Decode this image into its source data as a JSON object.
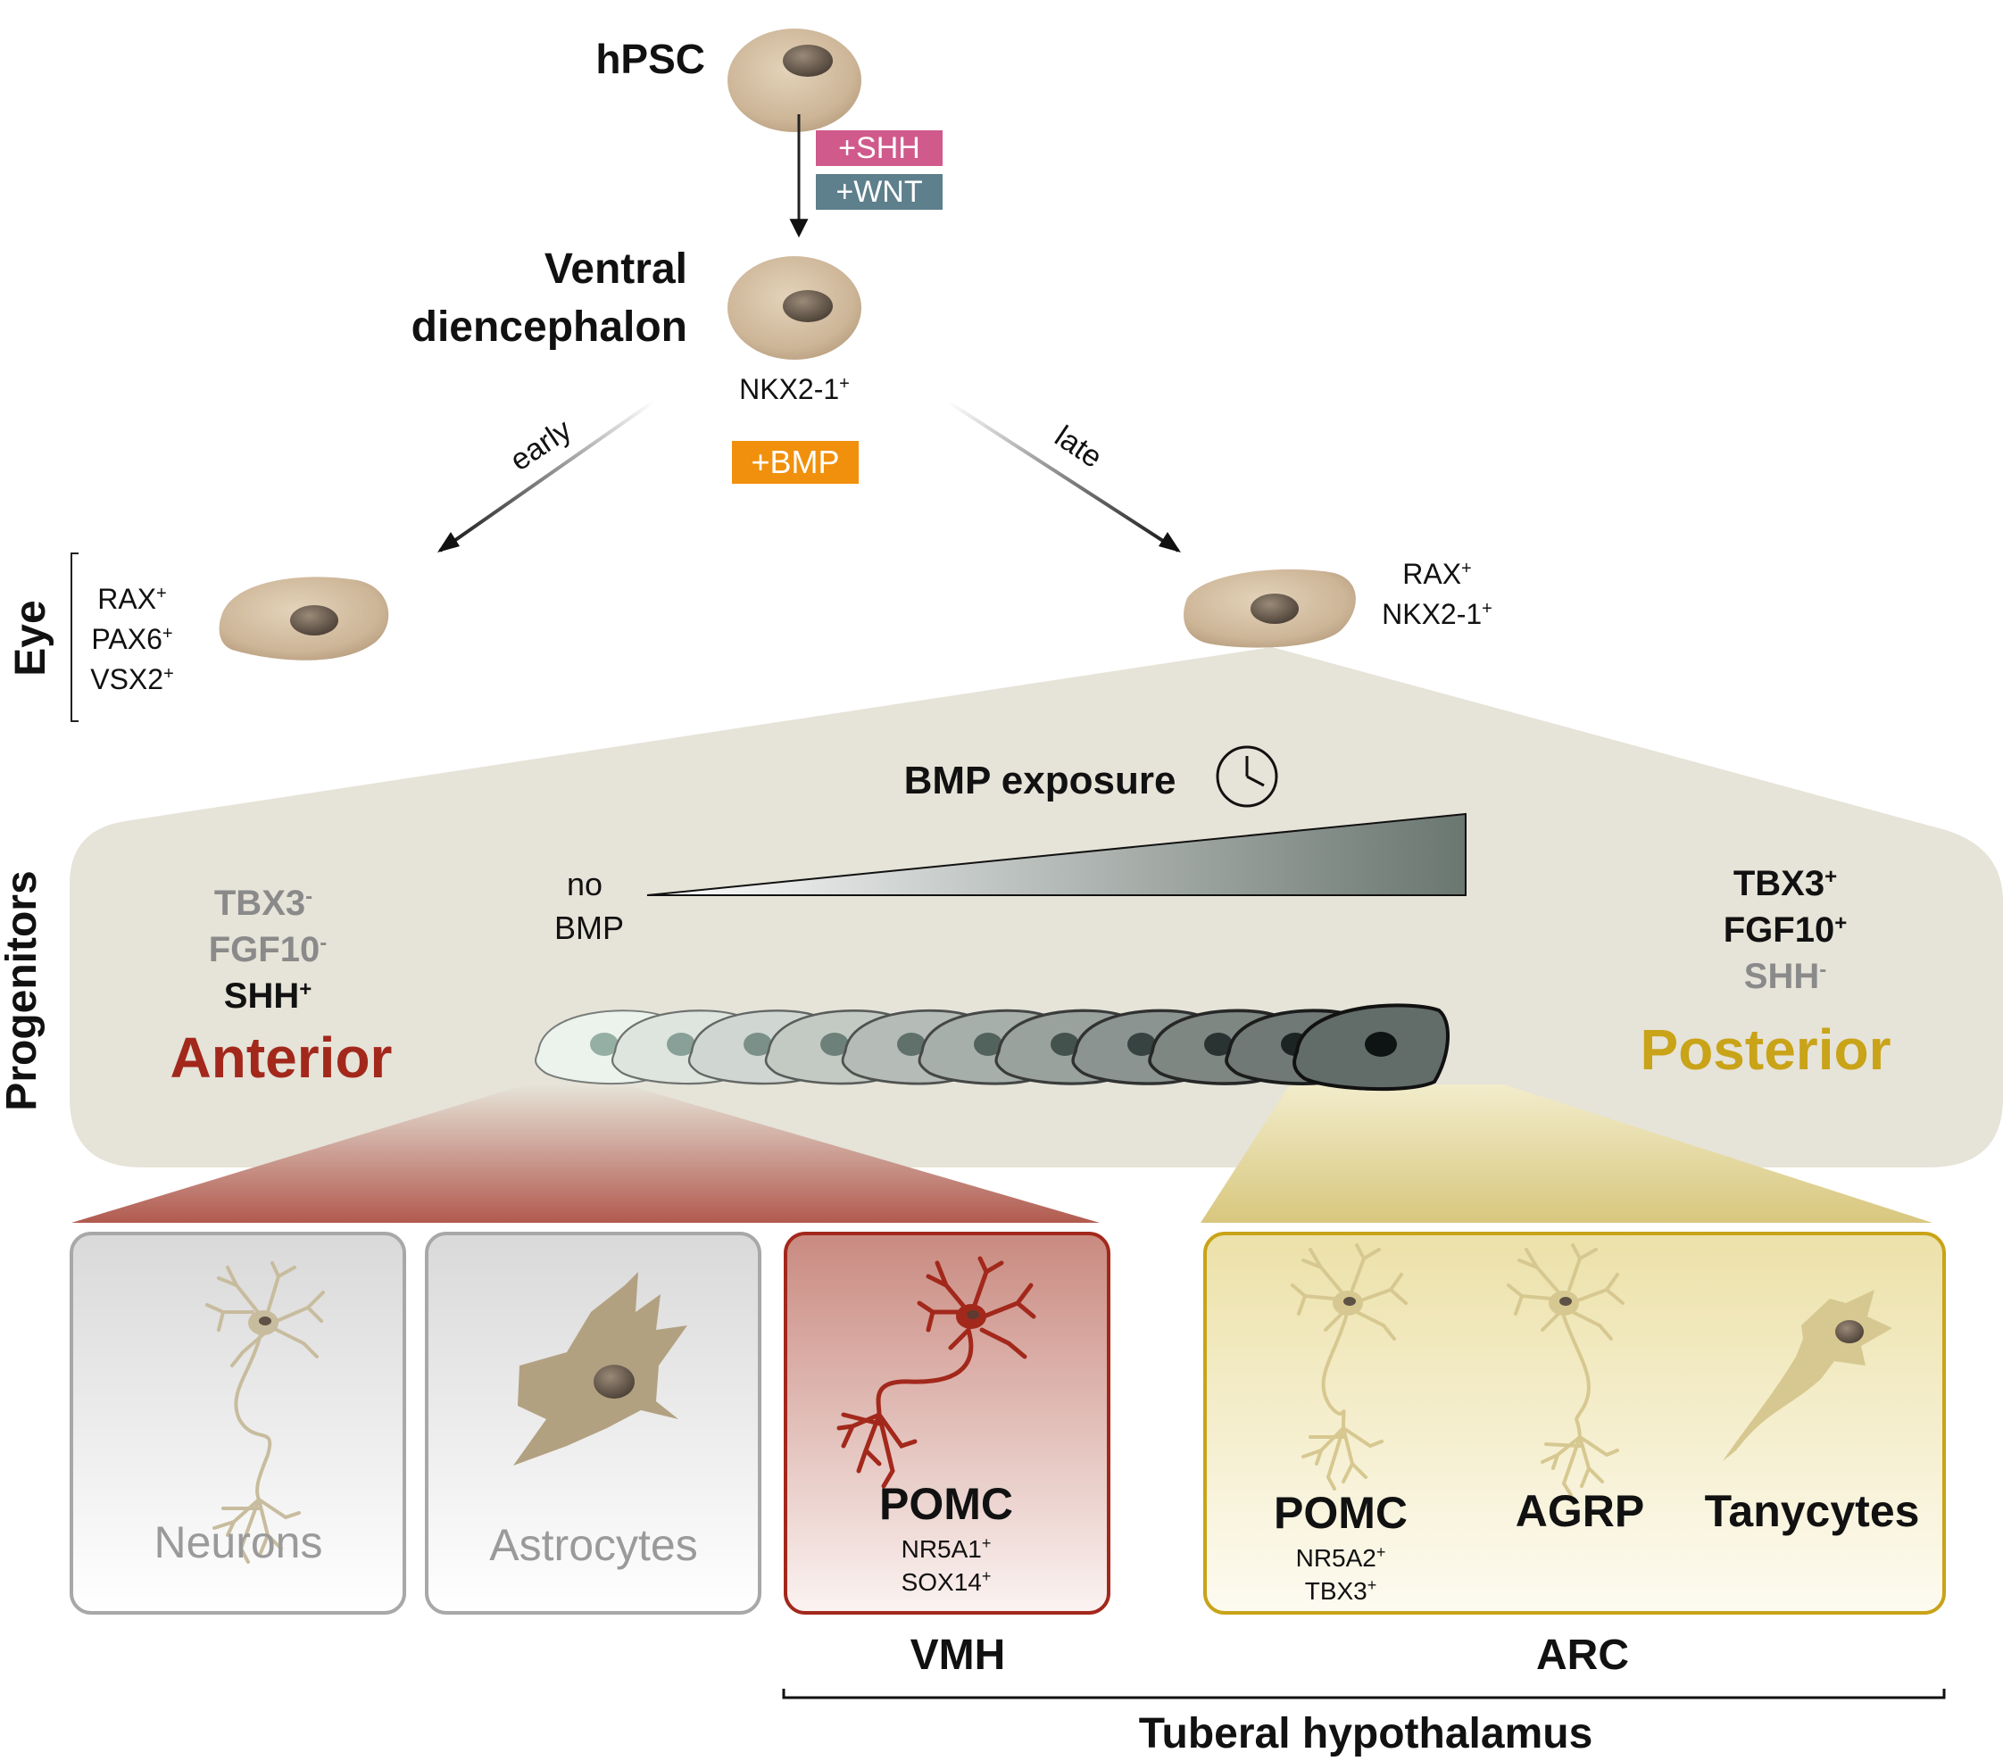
{
  "top": {
    "hpsc_label": "hPSC",
    "shh_label": "+SHH",
    "wnt_label": "+WNT",
    "ventral_line1": "Ventral",
    "ventral_line2": "diencephalon",
    "nkx_label": "NKX2-1",
    "bmp_label": "+BMP",
    "early_label": "early",
    "late_label": "late"
  },
  "eye": {
    "title": "Eye",
    "markers": [
      "RAX",
      "PAX6",
      "VSX2"
    ]
  },
  "right_cell_markers": [
    "RAX",
    "NKX2-1"
  ],
  "progenitors": {
    "side_label": "Progenitors",
    "bmp_exposure": "BMP exposure",
    "no_bmp_line1": "no",
    "no_bmp_line2": "BMP",
    "anterior": {
      "title": "Anterior",
      "markers": [
        {
          "name": "TBX3",
          "sign": "-"
        },
        {
          "name": "FGF10",
          "sign": "-"
        },
        {
          "name": "SHH",
          "sign": "+"
        }
      ]
    },
    "posterior": {
      "title": "Posterior",
      "markers": [
        {
          "name": "TBX3",
          "sign": "+"
        },
        {
          "name": "FGF10",
          "sign": "+"
        },
        {
          "name": "SHH",
          "sign": "-"
        }
      ]
    }
  },
  "fates": {
    "neurons": "Neurons",
    "astrocytes": "Astrocytes",
    "vmh_pomc": {
      "title": "POMC",
      "markers": [
        "NR5A1",
        "SOX14"
      ]
    },
    "arc_pomc": {
      "title": "POMC",
      "markers": [
        "NR5A2",
        "TBX3"
      ]
    },
    "agrp": "AGRP",
    "tanycytes": "Tanycytes"
  },
  "regions": {
    "vmh": "VMH",
    "arc": "ARC",
    "tuberal": "Tuberal hypothalamus"
  },
  "colors": {
    "shh_tag": "#d05a8c",
    "wnt_tag": "#5e7f8c",
    "bmp_tag": "#f0900c",
    "anterior": "#a3281c",
    "posterior": "#c9a318",
    "progenitor_band": "#e6e3d8",
    "muted_marker": "#8a8a8a"
  }
}
